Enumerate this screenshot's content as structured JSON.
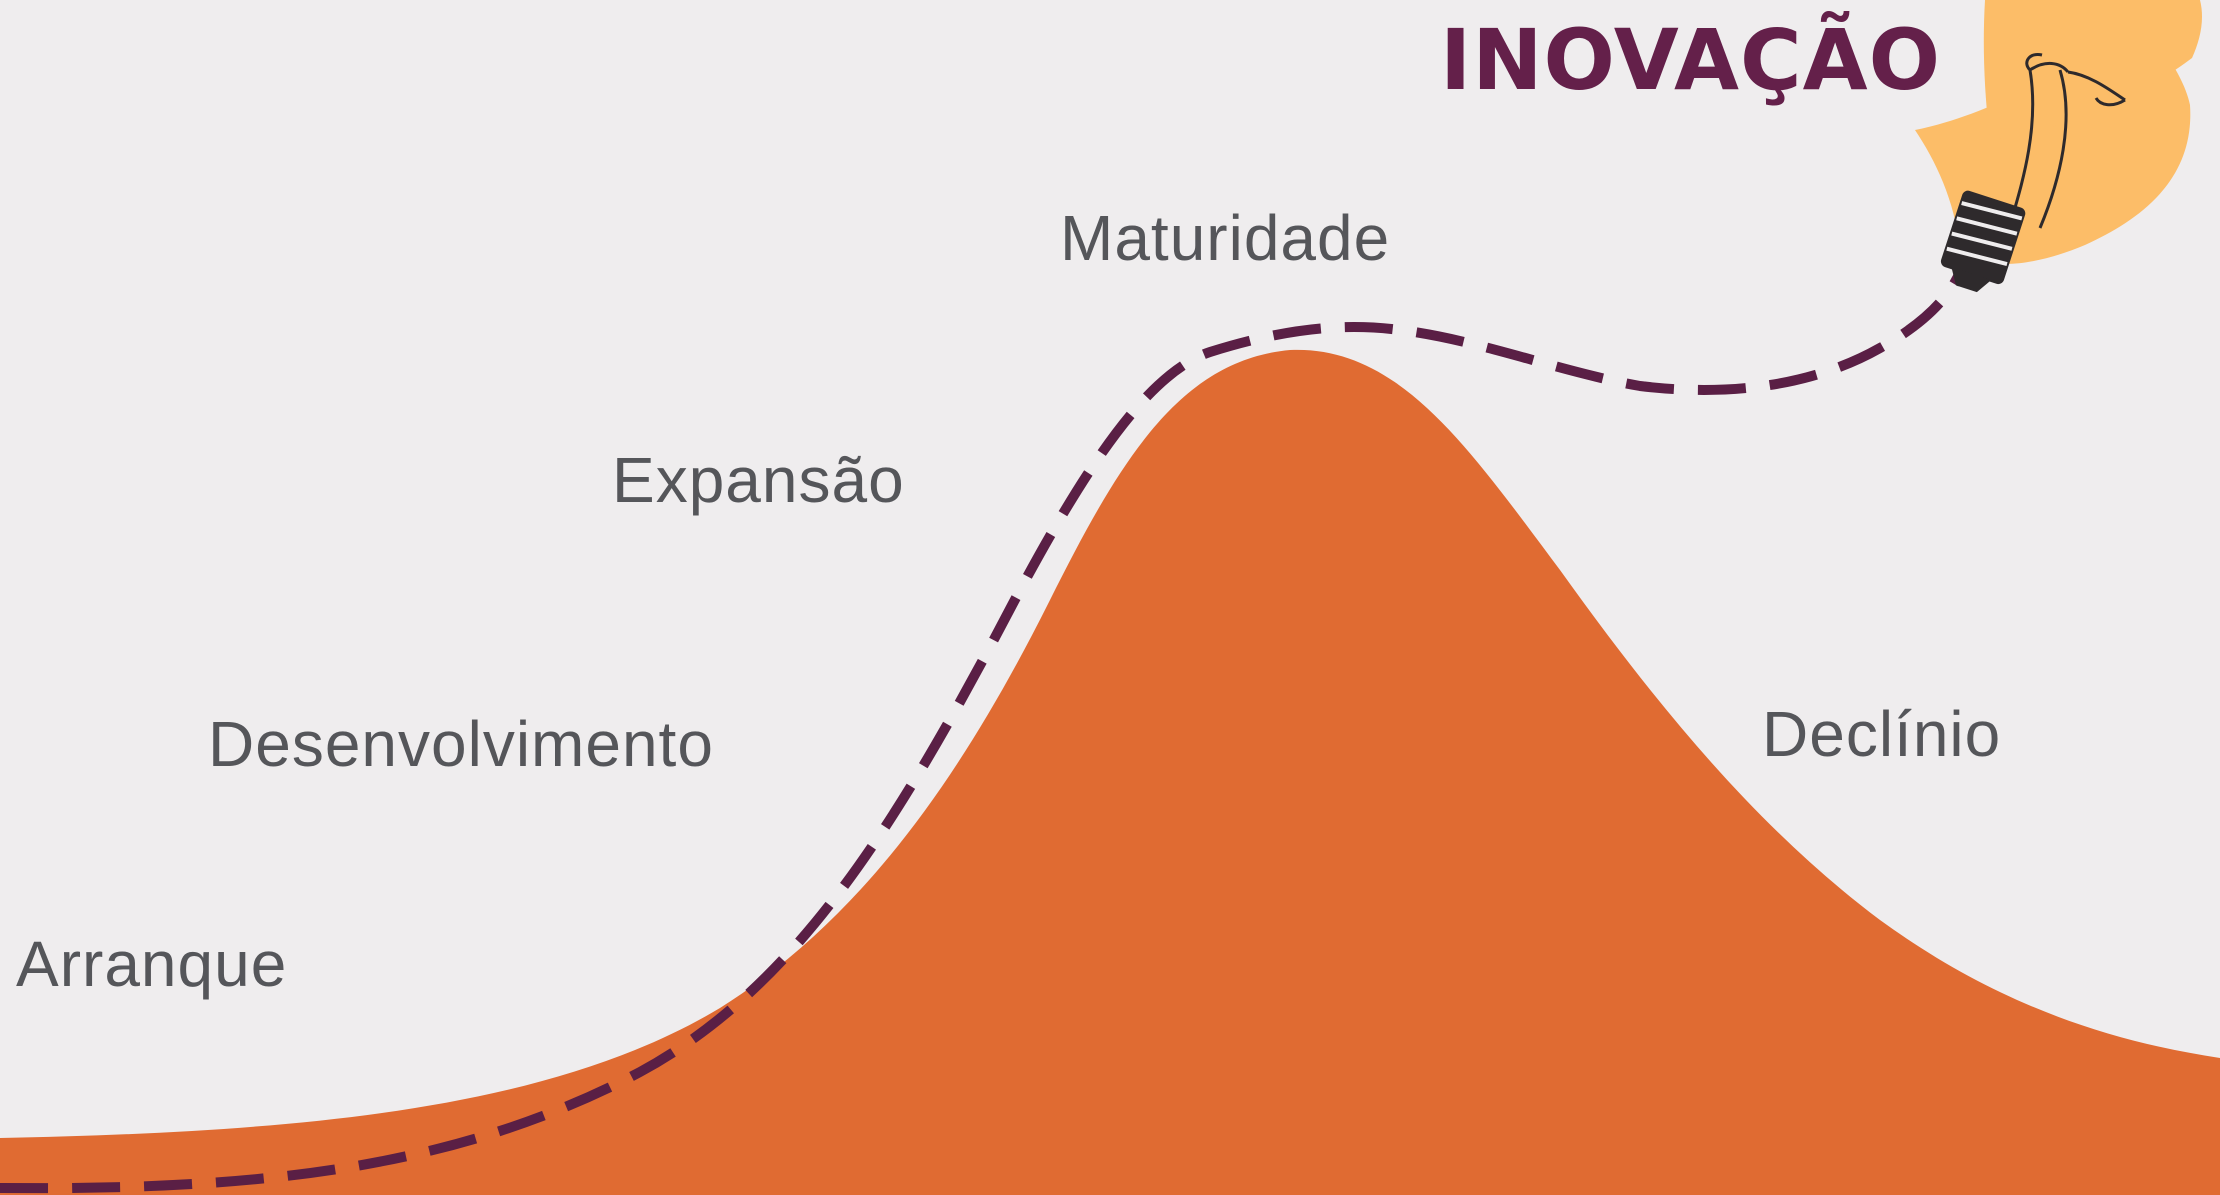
{
  "title": "INOVAÇÃO",
  "stages": {
    "arranque": "Arranque",
    "desenvolvimento": "Desenvolvimento",
    "expansao": "Expansão",
    "maturidade": "Maturidade",
    "declinio": "Declínio"
  },
  "colors": {
    "background": "#efedee",
    "curve_fill": "#e06b32",
    "dashed_path": "#5a1f45",
    "title": "#64204a",
    "label": "#55565a",
    "bulb": "#fcbd68"
  },
  "icons": {
    "bulb": "lightbulb-icon"
  }
}
